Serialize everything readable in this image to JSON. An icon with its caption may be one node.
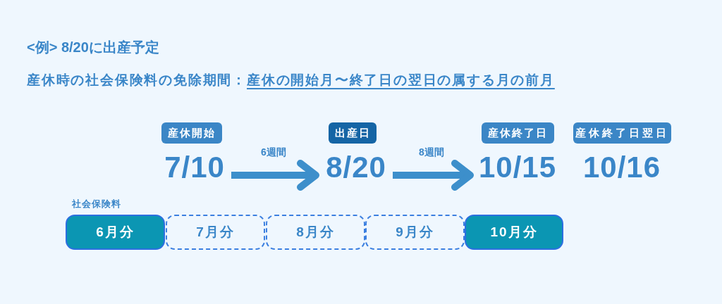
{
  "diagram": {
    "title": "<例> 8/20に出産予定",
    "nodes": [
      {
        "text": [
          "産休開始"
        ]
      },
      {
        "text": [
          "出産日"
        ]
      },
      {
        "text": [
          "産休終了日"
        ]
      },
      {
        "text": [
          "産休終了日翌日"
        ]
      },
      {
        "text": [
          "7/10"
        ]
      },
      {
        "text": [
          "8/20"
        ]
      },
      {
        "text": [
          "10/15"
        ]
      },
      {
        "text": [
          "10/16"
        ]
      },
      {
        "text": [
          "6月分"
        ]
      },
      {
        "text": [
          "7月分"
        ]
      },
      {
        "text": [
          "8月分"
        ]
      },
      {
        "text": [
          "9月分"
        ]
      },
      {
        "text": [
          "10月分"
        ]
      }
    ],
    "edges": [
      {
        "from": 4,
        "to": 5,
        "arrow": "to",
        "label": "6週間"
      },
      {
        "from": 5,
        "to": 6,
        "arrow": "to",
        "label": "8週間"
      }
    ],
    "labels": [
      "産休時の社会保険料の免除期間：",
      "産休の開始月〜終了日の翌日の属する月の前月",
      "社会保険料"
    ]
  }
}
